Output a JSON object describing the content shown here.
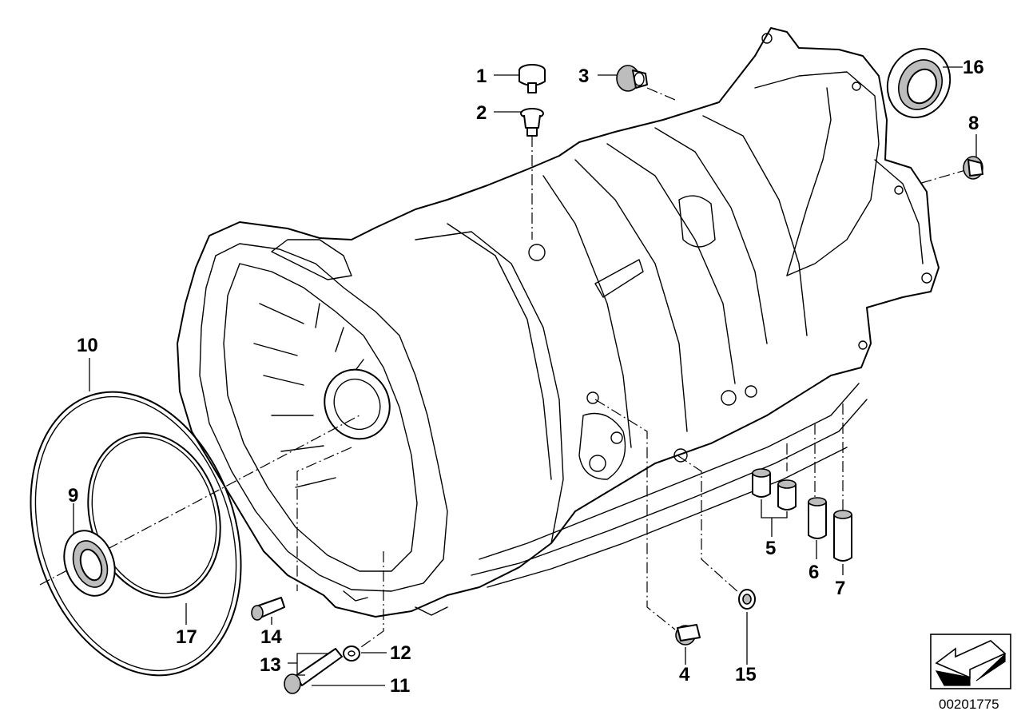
{
  "diagram": {
    "drawing_number": "00201775",
    "callouts": [
      {
        "id": "1",
        "text": "1"
      },
      {
        "id": "2",
        "text": "2"
      },
      {
        "id": "3",
        "text": "3"
      },
      {
        "id": "4",
        "text": "4"
      },
      {
        "id": "5",
        "text": "5"
      },
      {
        "id": "6",
        "text": "6"
      },
      {
        "id": "7",
        "text": "7"
      },
      {
        "id": "8",
        "text": "8"
      },
      {
        "id": "9",
        "text": "9"
      },
      {
        "id": "10",
        "text": "10"
      },
      {
        "id": "11",
        "text": "11"
      },
      {
        "id": "12",
        "text": "12"
      },
      {
        "id": "13",
        "text": "13"
      },
      {
        "id": "14",
        "text": "14"
      },
      {
        "id": "15",
        "text": "15"
      },
      {
        "id": "16",
        "text": "16"
      },
      {
        "id": "17",
        "text": "17"
      }
    ],
    "icons": {
      "logo": "arrow-box-icon"
    }
  }
}
